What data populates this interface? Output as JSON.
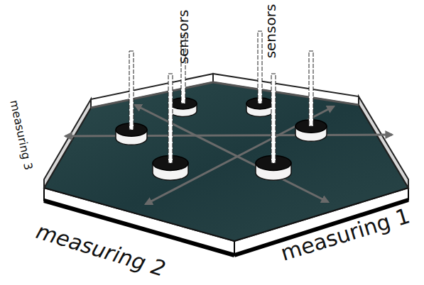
{
  "diagram": {
    "labels": [
      "sensors",
      "sensors",
      "measuring 3",
      "measuring 2",
      "measuring 1"
    ]
  }
}
